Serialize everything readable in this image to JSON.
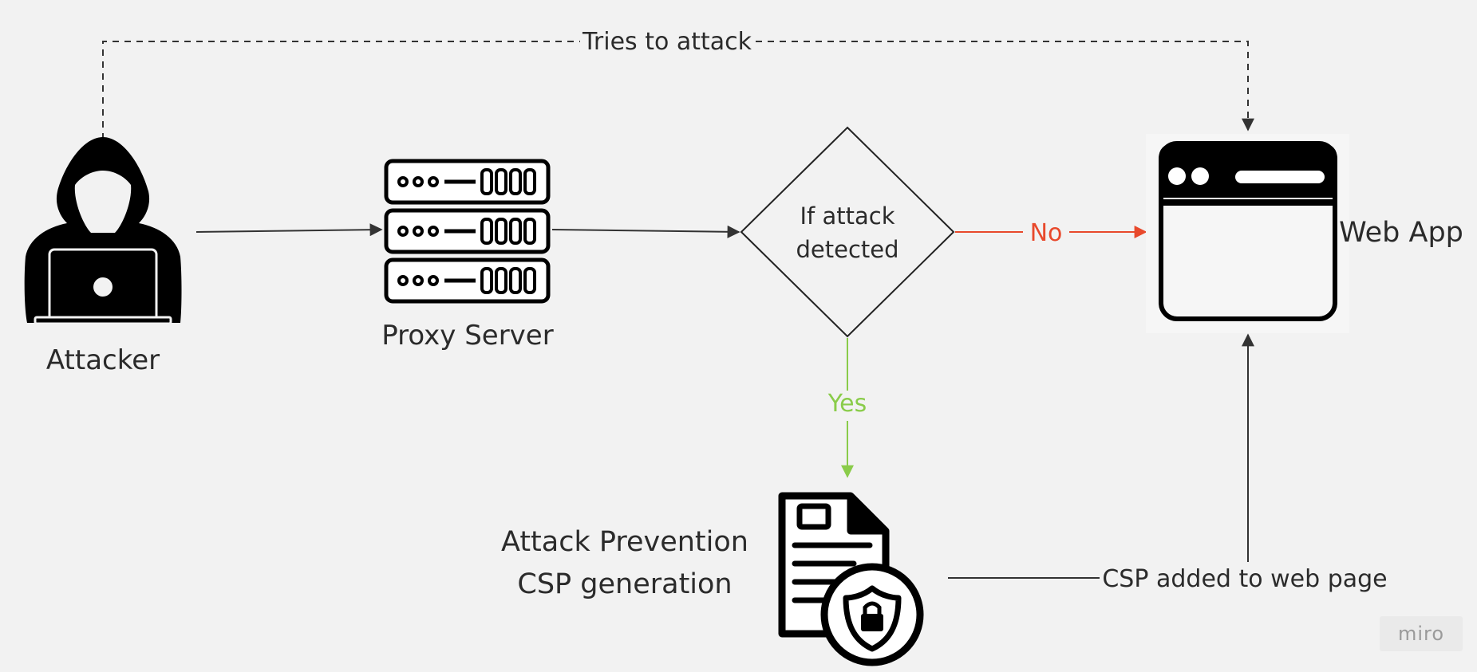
{
  "nodes": {
    "attacker": "Attacker",
    "proxy": "Proxy Server",
    "decision": [
      "If attack",
      "detected"
    ],
    "web_app": "Web App",
    "prevention": [
      "Attack Prevention",
      "CSP generation"
    ]
  },
  "edges": {
    "tries_to_attack": "Tries to attack",
    "no": "No",
    "yes": "Yes",
    "csp_added": "CSP added to web page"
  },
  "colors": {
    "line": "#333333",
    "no": "#e8492c",
    "yes": "#8acc4a"
  },
  "watermark": "miro"
}
